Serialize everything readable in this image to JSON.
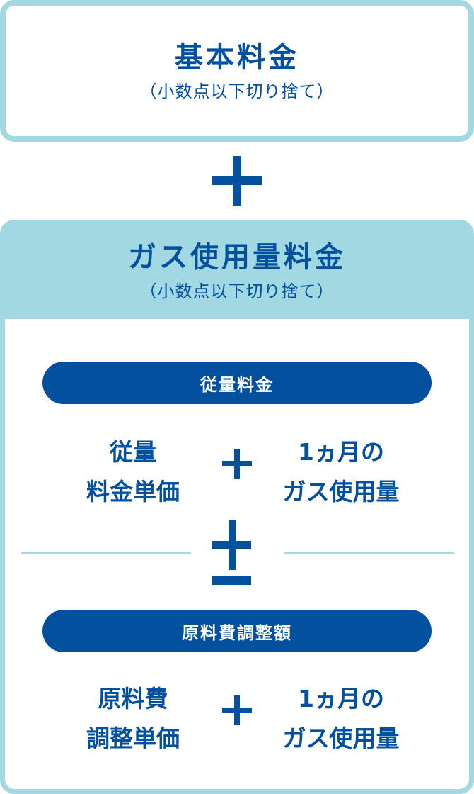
{
  "colors": {
    "primary": "#03509e",
    "accent_light": "#a2d8e2",
    "background": "#ffffff"
  },
  "basic_fee": {
    "title": "基本料金",
    "note": "（小数点以下切り捨て）"
  },
  "operator_between_boxes": "+",
  "gas_usage_fee": {
    "title": "ガス使用量料金",
    "note": "（小数点以下切り捨て）",
    "sections": [
      {
        "label": "従量料金",
        "left_lines": [
          "従量",
          "料金単価"
        ],
        "operator": "+",
        "right_lines": [
          "1ヵ月の",
          "ガス使用量"
        ]
      },
      {
        "label": "原料費調整額",
        "left_lines": [
          "原料費",
          "調整単価"
        ],
        "operator": "+",
        "right_lines": [
          "1ヵ月の",
          "ガス使用量"
        ]
      }
    ],
    "section_operator": "±"
  }
}
